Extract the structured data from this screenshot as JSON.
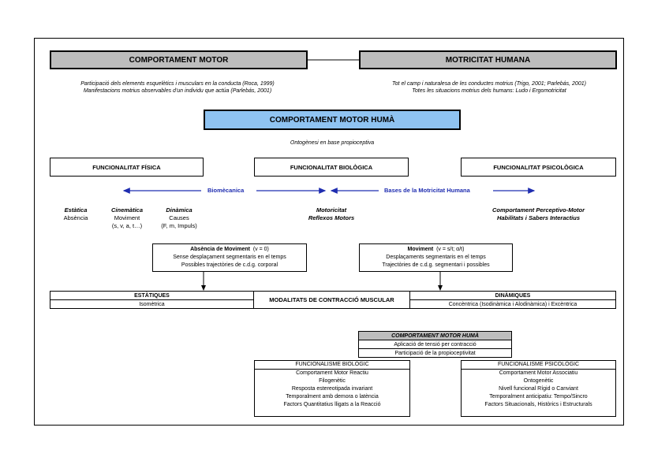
{
  "top": {
    "left_title": "COMPORTAMENT MOTOR",
    "right_title": "MOTRICITAT HUMANA",
    "left_desc": [
      "Participació dels elements esquelètics i musculars en la conducta (Roca, 1999)",
      "Manifestacions motrius observables d'un individu que actúa (Parlebás, 2001)"
    ],
    "right_desc": [
      "Tot el camp i naturalesa de les conductes motrius (Trigo, 2001; Parlebás, 2001)",
      "Totes les situacions motrius dels humans: Ludo i Ergomotricitat"
    ]
  },
  "center_title": "COMPORTAMENT MOTOR HUMÀ",
  "center_sub": "Ontogènesi en base propioceptiva",
  "functionalities": {
    "physical": "FUNCIONALITAT FÍSICA",
    "biological": "FUNCIONALITAT BIOLÒGICA",
    "psychological": "FUNCIONALITAT PSICOLÒGICA"
  },
  "arrows": {
    "biomechanics": "Biomècanica",
    "bases": "Bases de la Motricitat Humana"
  },
  "physical_cols": [
    {
      "title": "Estàtica",
      "lines": [
        "Absència"
      ]
    },
    {
      "title": "Cinemàtica",
      "lines": [
        "Moviment",
        "(s, v, a, t…)"
      ]
    },
    {
      "title": "Dinàmica",
      "lines": [
        "Causes",
        "(F, m, Impuls)"
      ]
    }
  ],
  "biological_text": [
    "Motoricitat",
    "Reflexos Motors"
  ],
  "psychological_text": [
    "Comportament Perceptivo-Motor",
    "Habilitats i Sabers Interactius"
  ],
  "absence_box": {
    "title": "Absència de Moviment",
    "formula": "(v = 0)",
    "lines": [
      "Sense desplaçament segmentaris en el temps",
      "Possibles trajectòries de c.d.g. corporal"
    ]
  },
  "movement_box": {
    "title": "Moviment",
    "formula": "(v = s/t; α/t)",
    "lines": [
      "Desplaçaments segmentaris en el temps",
      "Trajectòries de c.d.g. segmentari i possibles"
    ]
  },
  "contraction": {
    "static_title": "ESTÀTIQUES",
    "static_value": "Isomètrica",
    "center_label": "MODALITATS DE CONTRACCIÓ MUSCULAR",
    "dynamic_title": "DINÀMIQUES",
    "dynamic_value": "Concèntrica (Isodinàmica i Alodinàmica) i Excèntrica"
  },
  "bottom": {
    "title": "COMPORTAMENT MOTOR HUMÀ",
    "lines": [
      "Aplicació de tensió per contracció",
      "Participació de la propioceptivitat"
    ],
    "bio_title": "FUNCIONALISME BIOLÒGIC",
    "bio_items": [
      "Comportament Motor Reactiu",
      "Filogenètic",
      "Resposta estereotipada invariant",
      "Temporalment amb demora o latència",
      "Factors Quantitatius lligats a la Reacció"
    ],
    "psy_title": "FUNCIONALISME PSICOLÒGIC",
    "psy_items": [
      "Comportament Motor Associatiu",
      "Ontogenètic",
      "Nivell funcional Rígid o Canviant",
      "Temporalment anticipatiu: Tempo/Sincro",
      "Factors Situacionals, Històrics i Estructurals"
    ]
  }
}
